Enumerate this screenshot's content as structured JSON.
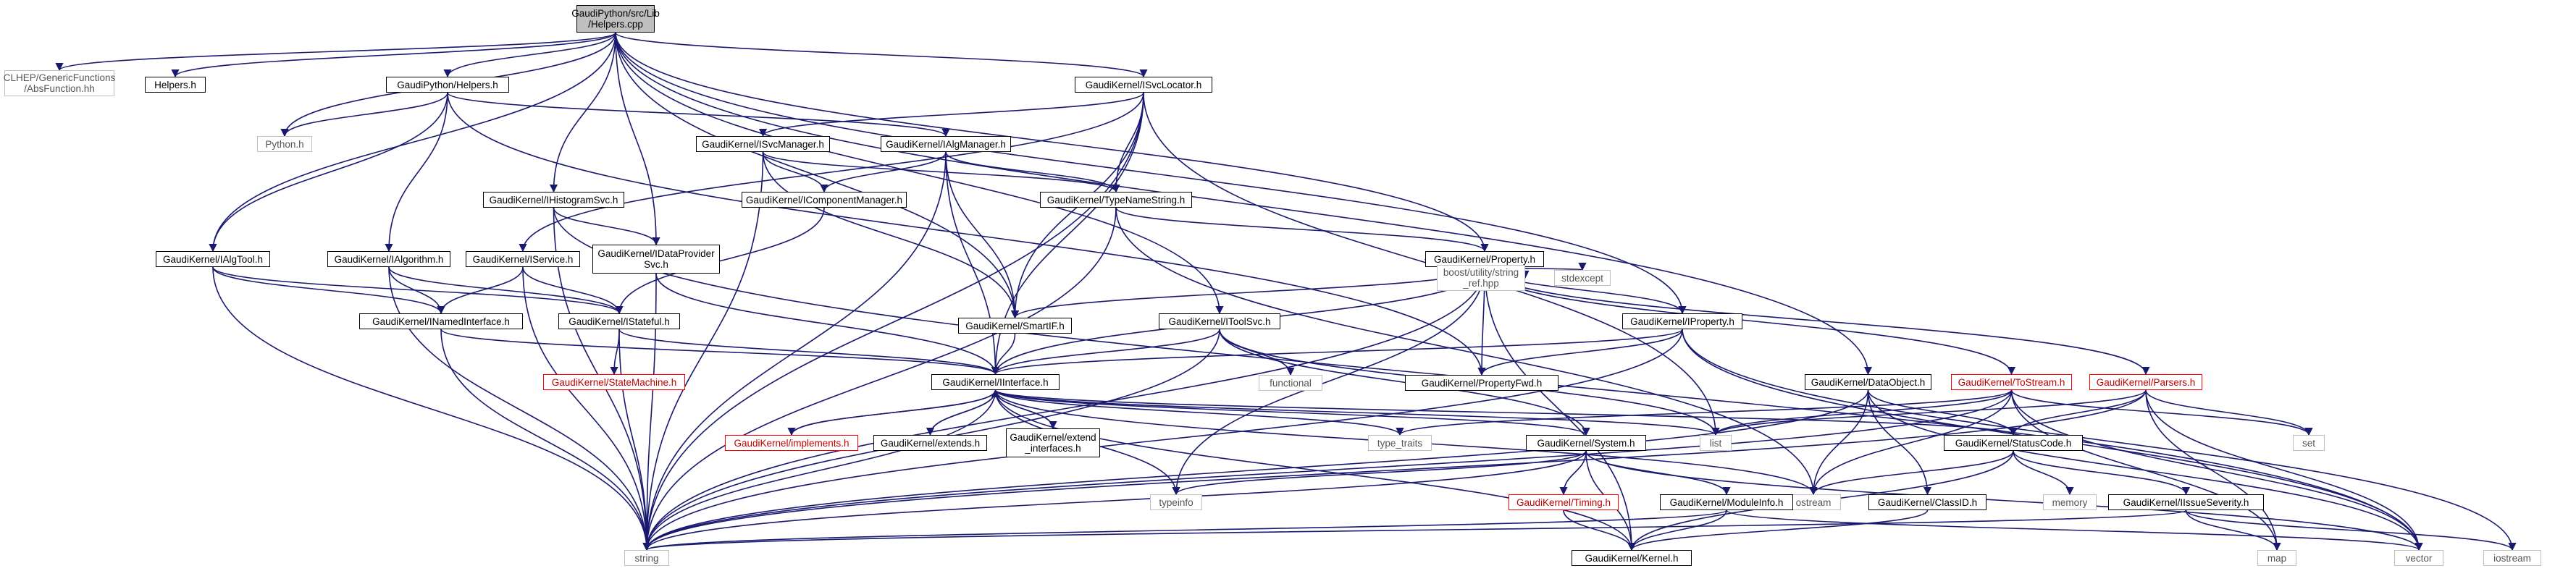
{
  "colors": {
    "edge": "#191970",
    "edge_dark": "#1a1a60",
    "link_border": "#000000",
    "leaf_border": "#bfbfbf",
    "truncated_border": "#ff0000",
    "root_fill": "#bfbfbf"
  },
  "nodes": {
    "helpers_cpp": "GaudiPython/src/Lib\n/Helpers.cpp",
    "clhep_absfunction": "CLHEP/GenericFunctions\n/AbsFunction.hh",
    "helpers_h": "Helpers.h",
    "gaudipython_helpers": "GaudiPython/Helpers.h",
    "python_h": "Python.h",
    "isvclocator": "GaudiKernel/ISvcLocator.h",
    "isvcmanager": "GaudiKernel/ISvcManager.h",
    "ialgmanager": "GaudiKernel/IAlgManager.h",
    "icomponentmanager": "GaudiKernel/IComponentManager.h",
    "typenamestring": "GaudiKernel/TypeNameString.h",
    "ihistogramsvc": "GaudiKernel/IHistogramSvc.h",
    "ialgtool": "GaudiKernel/IAlgTool.h",
    "ialgorithm": "GaudiKernel/IAlgorithm.h",
    "iservice": "GaudiKernel/IService.h",
    "idataprovidersvc": "GaudiKernel/IDataProvider\nSvc.h",
    "property": "GaudiKernel/Property.h",
    "inamedinterface": "GaudiKernel/INamedInterface.h",
    "istateful": "GaudiKernel/IStateful.h",
    "smartif": "GaudiKernel/SmartIF.h",
    "boost_string_ref": "boost/utility/string\n_ref.hpp",
    "stdexcept": "stdexcept",
    "iproperty": "GaudiKernel/IProperty.h",
    "itoolsvc": "GaudiKernel/IToolSvc.h",
    "statemachine": "GaudiKernel/StateMachine.h",
    "functional": "functional",
    "propertyfwd": "GaudiKernel/PropertyFwd.h",
    "iinterface": "GaudiKernel/IInterface.h",
    "dataobject": "GaudiKernel/DataObject.h",
    "tostream": "GaudiKernel/ToStream.h",
    "parsers": "GaudiKernel/Parsers.h",
    "implements": "GaudiKernel/implements.h",
    "extends": "GaudiKernel/extends.h",
    "extend_interfaces": "GaudiKernel/extend\n_interfaces.h",
    "type_traits": "type_traits",
    "list": "list",
    "set": "set",
    "system": "GaudiKernel/System.h",
    "statuscode": "GaudiKernel/StatusCode.h",
    "typeinfo": "typeinfo",
    "ostream": "ostream",
    "timing": "GaudiKernel/Timing.h",
    "moduleinfo": "GaudiKernel/ModuleInfo.h",
    "classid": "GaudiKernel/ClassID.h",
    "memory": "memory",
    "iissueseverity": "GaudiKernel/IIssueSeverity.h",
    "string": "string",
    "kernel": "GaudiKernel/Kernel.h",
    "map": "map",
    "vector": "vector",
    "iostream": "iostream"
  }
}
